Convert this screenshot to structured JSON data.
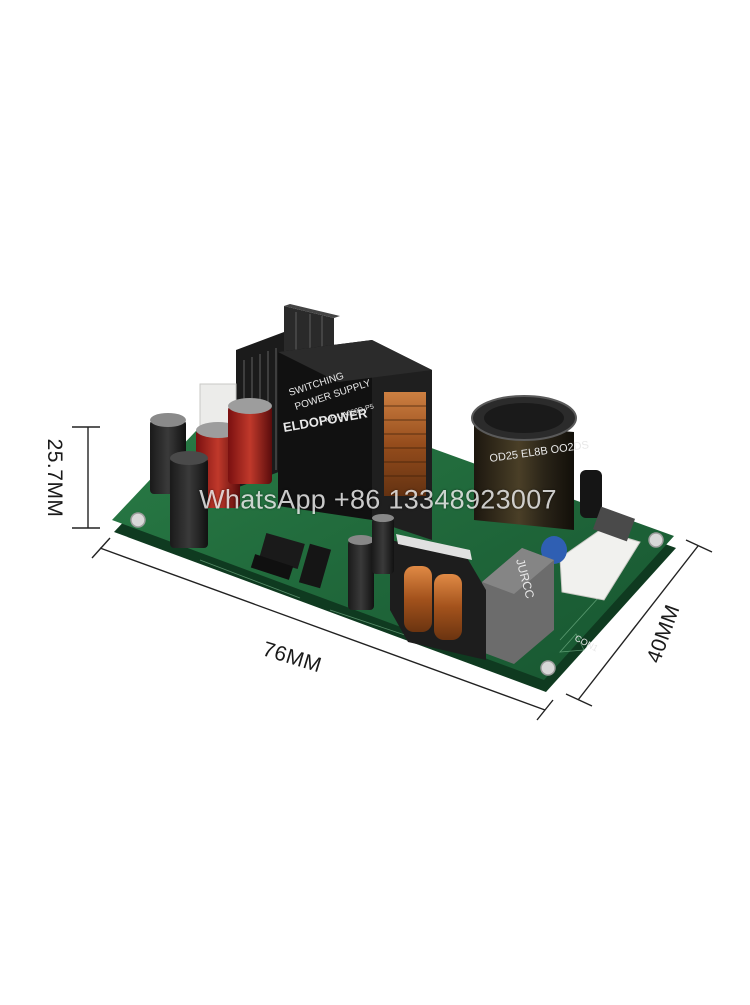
{
  "dimensions": {
    "height": "25.7MM",
    "length": "76MM",
    "width": "40MM"
  },
  "watermark": "WhatsApp +86 13348923007",
  "module": {
    "transformer_lines": [
      "SWITCHING",
      "POWER SUPPLY"
    ],
    "transformer_brand": "ELDOPOWER",
    "transformer_model": "MP-UA050D-P5",
    "emi_box_label": "JURCC",
    "connector_label": "CON1",
    "capacitor_label": "OD25 EL8B OO2DS"
  },
  "colors": {
    "pcb": "#1f6b3a",
    "heatsink": "#1b1b1b",
    "transformer": "#141414",
    "capacitor": "#2a2418",
    "coil_copper": "#c06a2c",
    "emi_box": "#6c6c6c",
    "connector": "#f1f1ee",
    "y_capacitor": "#2f5fb3",
    "dimension_line": "#222222"
  }
}
